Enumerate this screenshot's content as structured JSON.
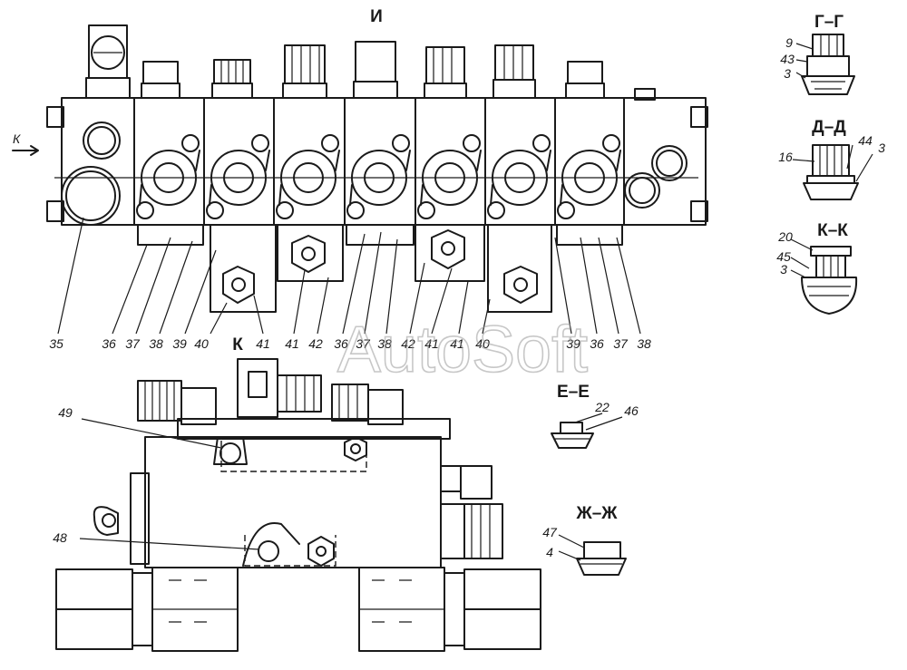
{
  "view_labels": {
    "top": "И",
    "side_arrow": "К",
    "bottom_left": "К"
  },
  "sections": [
    {
      "title": "Г–Г",
      "parts": [
        "9",
        "43",
        "3"
      ]
    },
    {
      "title": "Д–Д",
      "parts": [
        "16",
        "44",
        "3"
      ]
    },
    {
      "title": "К–К",
      "parts": [
        "20",
        "45",
        "3"
      ]
    },
    {
      "title": "Е–Е",
      "parts": [
        "22",
        "46"
      ]
    },
    {
      "title": "Ж–Ж",
      "parts": [
        "47",
        "4"
      ]
    }
  ],
  "callouts_top": [
    "35",
    "36",
    "37",
    "38",
    "39",
    "40",
    "41",
    "41",
    "42",
    "36",
    "37",
    "38",
    "42",
    "41",
    "41",
    "40",
    "39",
    "36",
    "37",
    "38"
  ],
  "callouts_bottom": [
    "49",
    "48"
  ],
  "watermark": "AutoSoft",
  "colors": {
    "ink": "#1a1a1a",
    "paper": "#ffffff",
    "watermark": "#9a9a9a"
  }
}
